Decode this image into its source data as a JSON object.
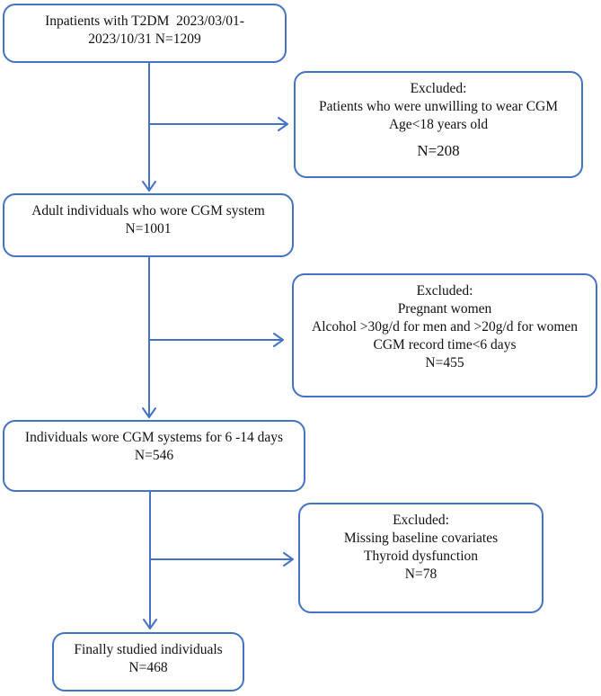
{
  "colors": {
    "accent": "#4472C4",
    "text": "#111111",
    "background": "#ffffff"
  },
  "flowchart": {
    "type": "participant-flow-diagram",
    "boxes": {
      "inpatients": {
        "lines": [
          "Inpatients with T2DM  2023/03/01-",
          "2023/10/31 N=1209"
        ]
      },
      "excluded_unwilling": {
        "lines": [
          "Excluded:",
          "Patients who were unwilling to wear CGM",
          "Age<18 years old",
          "N=208"
        ]
      },
      "adult_cgm": {
        "lines": [
          "Adult individuals who wore CGM system",
          "N=1001"
        ]
      },
      "excluded_pregnant": {
        "lines": [
          "Excluded:",
          "Pregnant women",
          "Alcohol >30g/d for men and >20g/d for women",
          "CGM record time<6 days",
          "N=455"
        ]
      },
      "cgm_6_14_days": {
        "lines": [
          "Individuals wore CGM systems for 6 -14 days",
          "N=546"
        ]
      },
      "excluded_missing": {
        "lines": [
          "Excluded:",
          "Missing baseline covariates",
          "Thyroid dysfunction",
          "N=78"
        ]
      },
      "final_studied": {
        "lines": [
          "Finally studied individuals",
          "N=468"
        ]
      }
    }
  }
}
